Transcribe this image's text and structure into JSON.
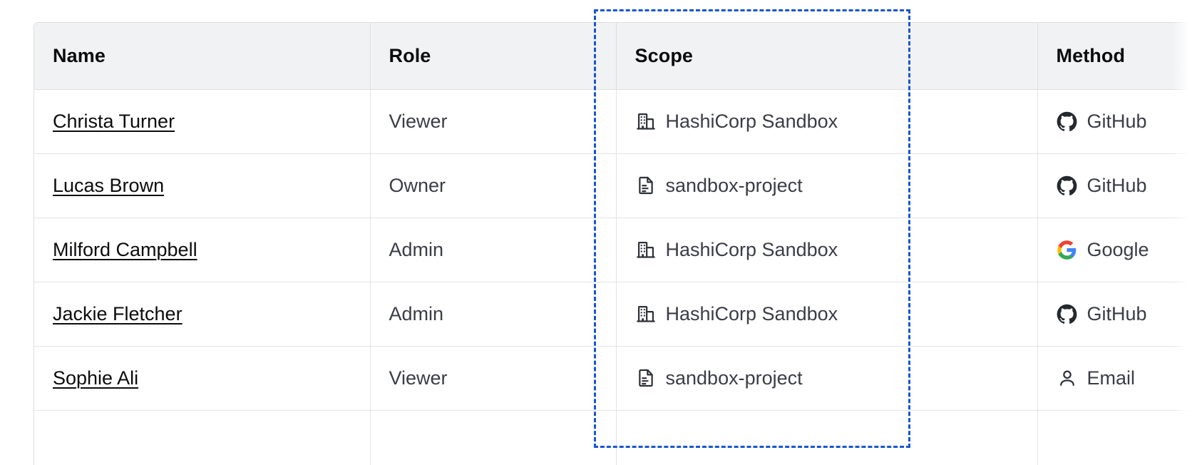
{
  "table": {
    "columns": [
      {
        "key": "name",
        "label": "Name"
      },
      {
        "key": "role",
        "label": "Role"
      },
      {
        "key": "scope",
        "label": "Scope"
      },
      {
        "key": "method",
        "label": "Method"
      }
    ],
    "rows": [
      {
        "name": "Christa Turner",
        "role": "Viewer",
        "scope": "HashiCorp Sandbox",
        "scope_icon": "organization-building-icon",
        "method": "GitHub",
        "method_icon": "github-icon"
      },
      {
        "name": "Lucas Brown",
        "role": "Owner",
        "scope": "sandbox-project",
        "scope_icon": "project-document-icon",
        "method": "GitHub",
        "method_icon": "github-icon"
      },
      {
        "name": "Milford Campbell",
        "role": "Admin",
        "scope": "HashiCorp Sandbox",
        "scope_icon": "organization-building-icon",
        "method": "Google",
        "method_icon": "google-icon"
      },
      {
        "name": "Jackie Fletcher",
        "role": "Admin",
        "scope": "HashiCorp Sandbox",
        "scope_icon": "organization-building-icon",
        "method": "GitHub",
        "method_icon": "github-icon"
      },
      {
        "name": "Sophie Ali",
        "role": "Viewer",
        "scope": "sandbox-project",
        "scope_icon": "project-document-icon",
        "method": "Email",
        "method_icon": "user-person-icon"
      },
      {
        "name": "",
        "role": "",
        "scope": "",
        "scope_icon": "",
        "method": "",
        "method_icon": ""
      }
    ]
  },
  "selection": {
    "name": "scope-column-selection",
    "target_column": "Scope",
    "color": "#1856CF",
    "style": "dashed"
  },
  "colors": {
    "header_background": "#F1F2F3",
    "header_text": "#0C0C0E",
    "body_text": "#3B3D45",
    "link_text": "#0C0C0E",
    "border": "#DEDEE1",
    "row_border": "#E4E4E7",
    "selection_accent": "#1856CF",
    "page_background": "#FFFFFF"
  }
}
